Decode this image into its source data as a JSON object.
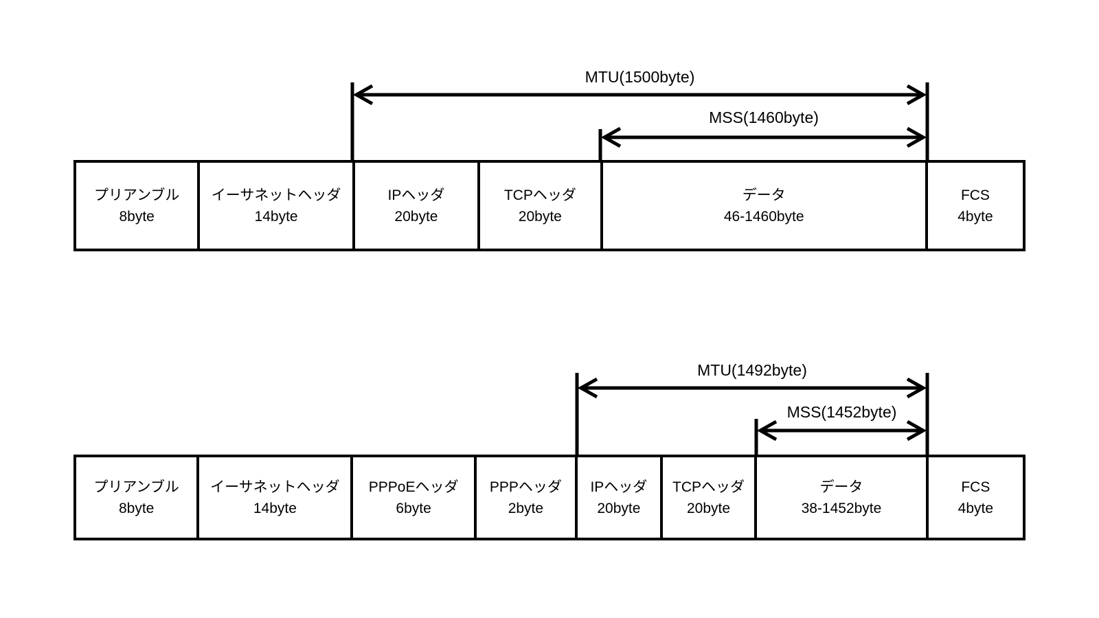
{
  "diagrams": [
    {
      "name": "ethernet-frame",
      "mtu_label": "MTU(1500byte)",
      "mss_label": "MSS(1460byte)",
      "segments": [
        {
          "name": "プリアンブル",
          "size": "8byte"
        },
        {
          "name": "イーサネットヘッダ",
          "size": "14byte"
        },
        {
          "name": "IPヘッダ",
          "size": "20byte"
        },
        {
          "name": "TCPヘッダ",
          "size": "20byte"
        },
        {
          "name": "データ",
          "size": "46-1460byte"
        },
        {
          "name": "FCS",
          "size": "4byte"
        }
      ]
    },
    {
      "name": "pppoe-frame",
      "mtu_label": "MTU(1492byte)",
      "mss_label": "MSS(1452byte)",
      "segments": [
        {
          "name": "プリアンブル",
          "size": "8byte"
        },
        {
          "name": "イーサネットヘッダ",
          "size": "14byte"
        },
        {
          "name": "PPPoEヘッダ",
          "size": "6byte"
        },
        {
          "name": "PPPヘッダ",
          "size": "2byte"
        },
        {
          "name": "IPヘッダ",
          "size": "20byte"
        },
        {
          "name": "TCPヘッダ",
          "size": "20byte"
        },
        {
          "name": "データ",
          "size": "38-1452byte"
        },
        {
          "name": "FCS",
          "size": "4byte"
        }
      ]
    }
  ],
  "colors": {
    "line": "#000000",
    "background": "#ffffff",
    "text": "#000000"
  }
}
